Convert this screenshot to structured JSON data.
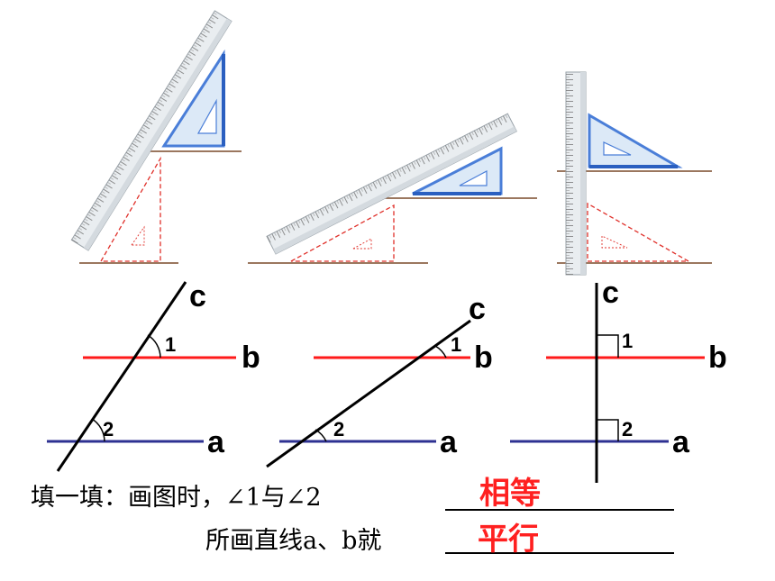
{
  "colors": {
    "line_b": "#ff1a1a",
    "line_a": "#2e3192",
    "transversal": "#000000",
    "answer": "#ff2020",
    "ground_line": "#7a4a2a",
    "dashed_triangle": "#e0302a",
    "set_square": "#4a7ed8"
  },
  "diagrams": [
    {
      "transversal_label": "c",
      "line_upper_label": "b",
      "line_lower_label": "a",
      "angle_upper": "1",
      "angle_lower": "2",
      "right_angle": false
    },
    {
      "transversal_label": "c",
      "line_upper_label": "b",
      "line_lower_label": "a",
      "angle_upper": "1",
      "angle_lower": "2",
      "right_angle": false
    },
    {
      "transversal_label": "c",
      "line_upper_label": "b",
      "line_lower_label": "a",
      "angle_upper": "1",
      "angle_lower": "2",
      "right_angle": true
    }
  ],
  "caption": {
    "line1_prompt": "填一填：画图时，∠1与∠2",
    "line1_answer": "相等",
    "line2_prompt": "所画直线a、b就",
    "line2_answer": "平行"
  }
}
